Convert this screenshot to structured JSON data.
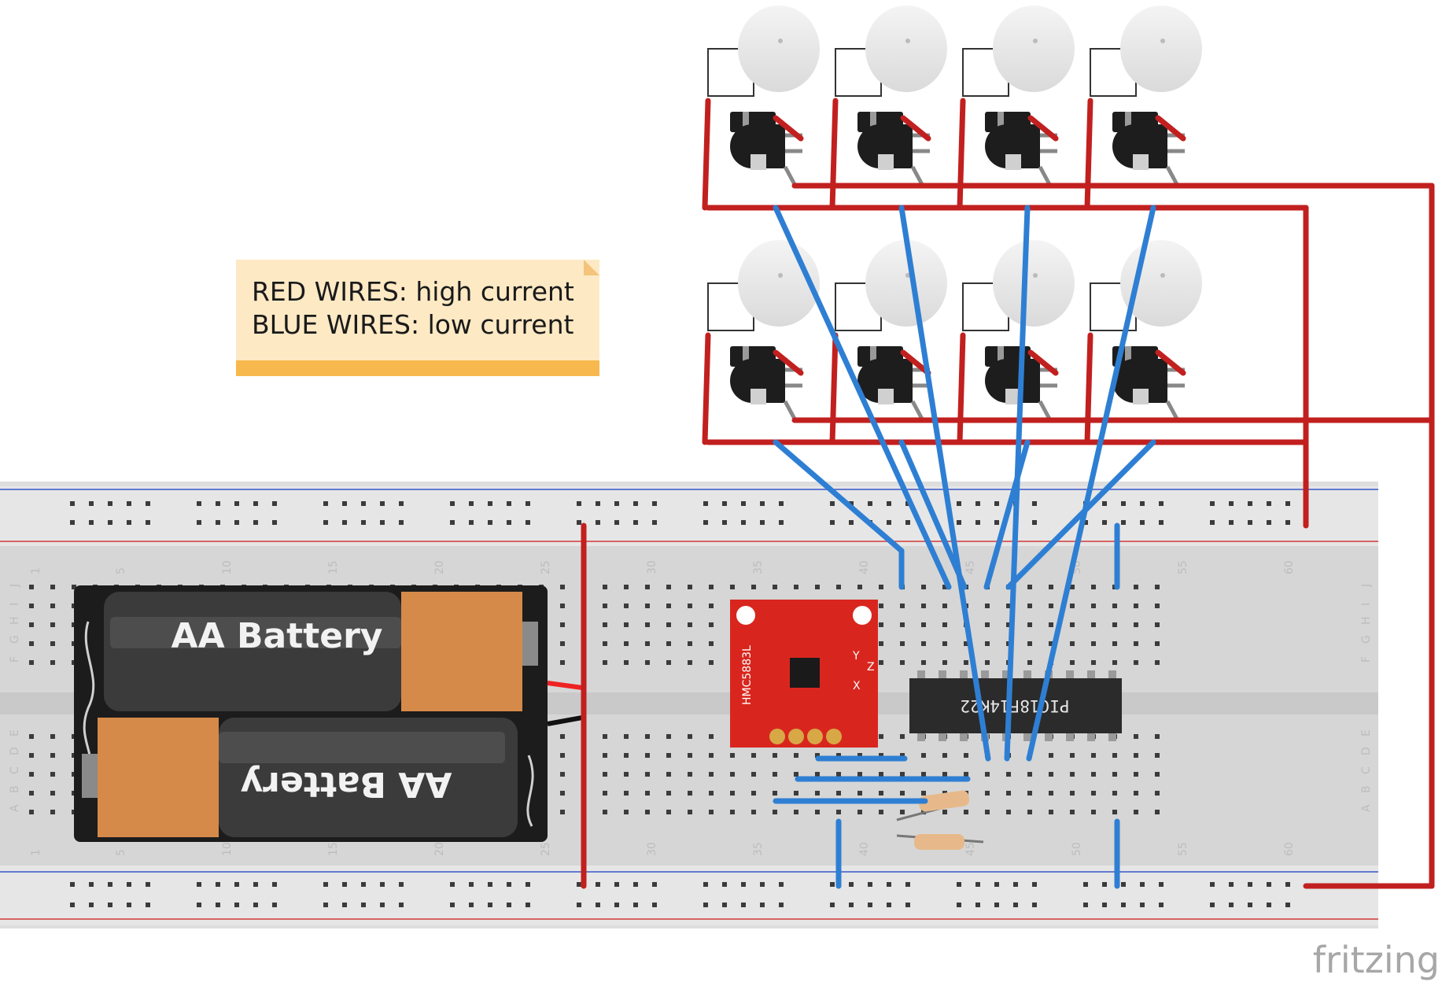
{
  "note": {
    "line1": "RED WIRES: high current",
    "line2": "BLUE WIRES: low current"
  },
  "breadboard": {
    "column_labels": [
      "1",
      "5",
      "10",
      "15",
      "20",
      "25",
      "30",
      "35",
      "40",
      "45",
      "50",
      "55",
      "60"
    ],
    "row_labels_top": [
      "J",
      "I",
      "H",
      "G",
      "F"
    ],
    "row_labels_bottom": [
      "E",
      "D",
      "C",
      "B",
      "A"
    ]
  },
  "batteries": {
    "top_label": "AA Battery",
    "bottom_label": "AA Battery"
  },
  "sensor_module": {
    "label": "HMC5883L",
    "axis_labels": [
      "Y",
      "Z",
      "X"
    ]
  },
  "chip": {
    "label": "PIC18F14K22"
  },
  "motor_groups": 8,
  "brand": "fritzing",
  "colors": {
    "high_current_wire": "#c1201f",
    "low_current_wire": "#2e7fd3",
    "note_bg": "#fde9c4",
    "note_bar": "#f7b94d",
    "module": "#d8261e"
  }
}
